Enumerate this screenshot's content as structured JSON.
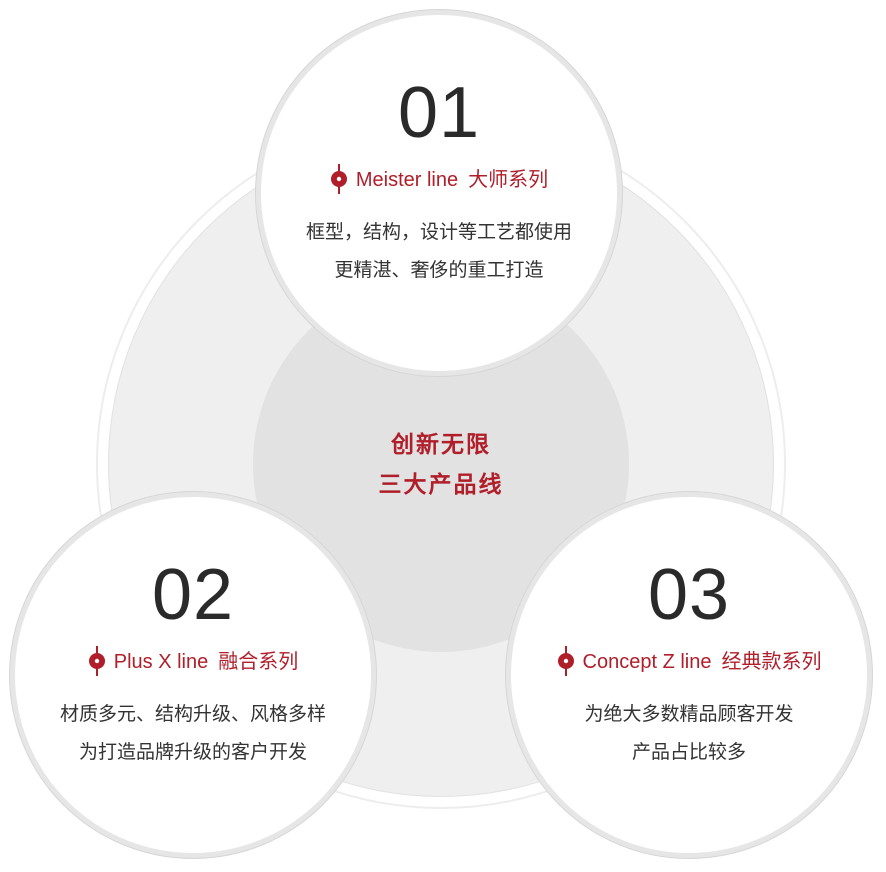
{
  "center": {
    "line1": "创新无限",
    "line2": "三大产品线"
  },
  "lines": [
    {
      "number": "01",
      "name_en": "Meister line",
      "name_zh": "大师系列",
      "desc1": "框型，结构，设计等工艺都使用",
      "desc2": "更精湛、奢侈的重工打造"
    },
    {
      "number": "02",
      "name_en": "Plus X line",
      "name_zh": "融合系列",
      "desc1": "材质多元、结构升级、风格多样",
      "desc2": "为打造品牌升级的客户开发"
    },
    {
      "number": "03",
      "name_en": "Concept Z line",
      "name_zh": "经典款系列",
      "desc1": "为绝大多数精品顾客开发",
      "desc2": "产品占比较多"
    }
  ],
  "colors": {
    "accent": "#b01e2a",
    "number": "#2a2a2a",
    "text": "#333333",
    "ring": "#efefef",
    "core": "#e2e2e2"
  },
  "icons": {
    "pin": "location-pin-icon"
  }
}
